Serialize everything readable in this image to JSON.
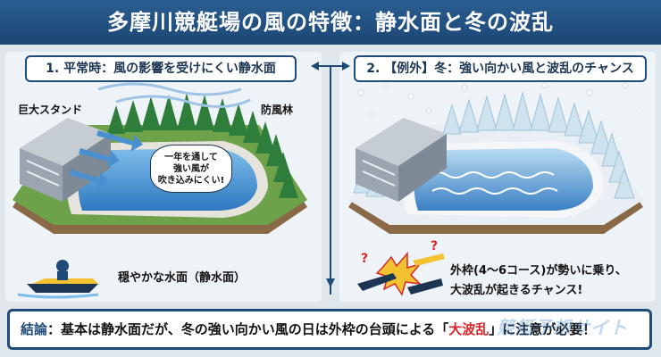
{
  "title": "多摩川競艇場の風の特徴：静水面と冬の波乱",
  "panel_left": {
    "heading": "1. 平常時：風の影響を受けにくい静水面",
    "stand_label": "巨大スタンド",
    "forest_label": "防風林",
    "bubble_lines": [
      "一年を通して",
      "強い風が",
      "吹き込みにくい!"
    ],
    "caption": "穏やかな水面（静水面）"
  },
  "panel_right": {
    "heading": "2. 【例外】冬：強い向かい風と波乱のチャンス",
    "caption_line1": "外枠(4〜6コース)が勢いに乗り、",
    "caption_line2": "大波乱が起きるチャンス!"
  },
  "result": {
    "lead": "結論",
    "text_before": "：基本は静水面だが、冬の強い向かい風の日は外枠の台頭による「",
    "highlight": "大波乱",
    "text_after": "」に注意が必要！"
  },
  "watermark": "競艇予想サイト",
  "colors": {
    "title_bg": "#1e4b78",
    "highlight": "#d8262b",
    "water": "#4a90d0",
    "forest": "#2f7d3a"
  }
}
